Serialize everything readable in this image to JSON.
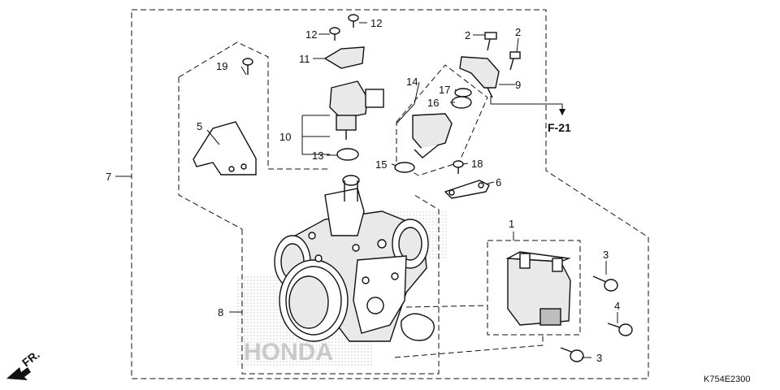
{
  "diagram": {
    "catalog_code": "K754E2300",
    "reference": "F-21",
    "direction_label": "FR.",
    "watermark": "HONDA",
    "part_numbers": {
      "p1": "1",
      "p2a": "2",
      "p2b": "2",
      "p3a": "3",
      "p3b": "3",
      "p4": "4",
      "p5": "5",
      "p6": "6",
      "p7": "7",
      "p8": "8",
      "p9": "9",
      "p10": "10",
      "p11": "11",
      "p12a": "12",
      "p12b": "12",
      "p13": "13",
      "p14": "14",
      "p15": "15",
      "p16": "16",
      "p17": "17",
      "p18": "18",
      "p19": "19"
    },
    "icons": [
      "bolt-icon",
      "screw-icon",
      "o-ring-icon",
      "arrow-icon"
    ]
  }
}
